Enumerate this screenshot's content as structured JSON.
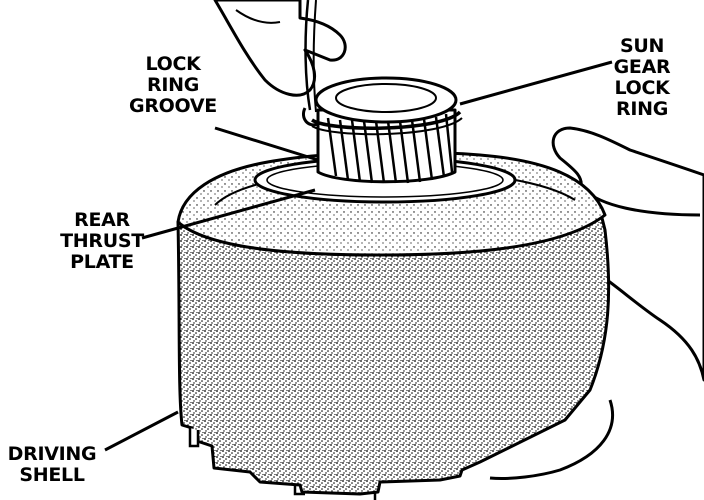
{
  "labels": {
    "lock_ring_groove": [
      "LOCK",
      "RING",
      "GROOVE"
    ],
    "sun_gear_lock_ring": [
      "SUN",
      "GEAR",
      "LOCK",
      "RING"
    ],
    "rear_thrust_plate": [
      "REAR",
      "THRUST",
      "PLATE"
    ],
    "driving_shell": [
      "DRIVING",
      "SHELL"
    ]
  },
  "colors": {
    "ink": "#000000",
    "paper": "#ffffff"
  }
}
